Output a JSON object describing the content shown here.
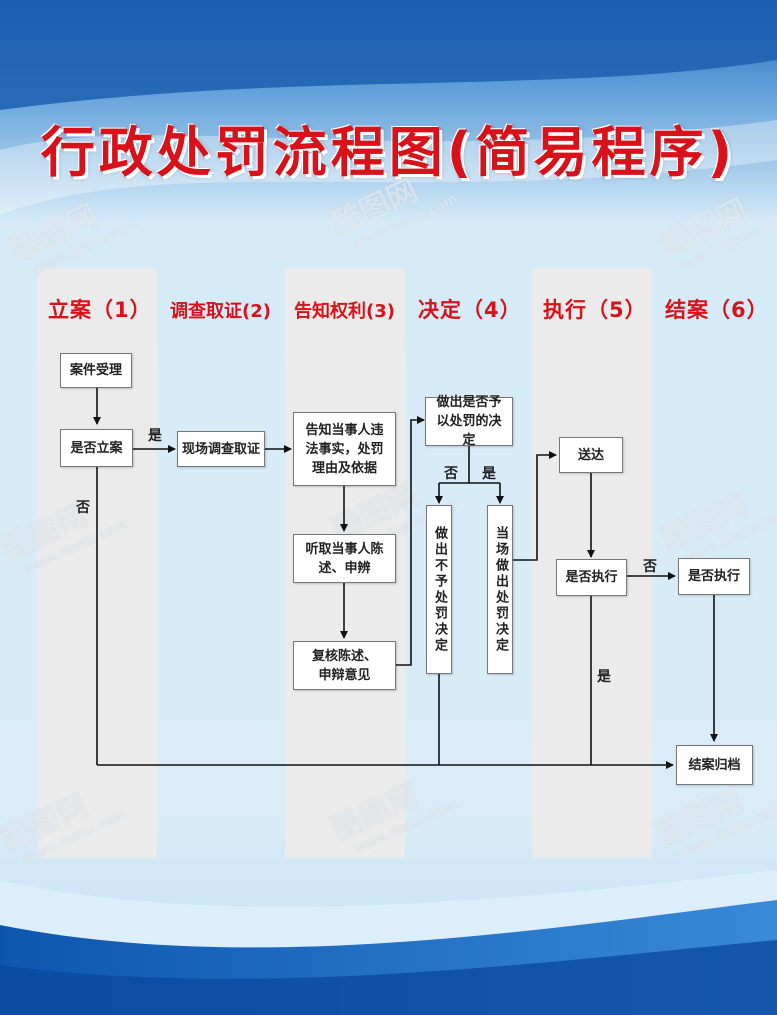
{
  "title": "行政处罚流程图(简易程序)",
  "columns": [
    {
      "label": "立案（1）"
    },
    {
      "label": "调查取证(2)"
    },
    {
      "label": "告知权利(3)"
    },
    {
      "label": "决定（4）"
    },
    {
      "label": "执行（5）"
    },
    {
      "label": "结案（6）"
    }
  ],
  "nodes": {
    "accept": "案件受理",
    "file_decision": "是否立案",
    "investigate": "现场调查取证",
    "notify": "告知当事人违法事实，处罚理由及依据",
    "hear": "听取当事人陈述、申辨",
    "review": "复核陈述、申辩意见",
    "decide": "做出是否予以处罚的决定",
    "no_penalty": "做出不予处罚决定",
    "on_site_penalty": "当场做出处罚决定",
    "deliver": "送达",
    "execute_check_5": "是否执行",
    "execute_check_6": "是否执行",
    "archive": "结案归档"
  },
  "edge_labels": {
    "yes_file": "是",
    "no_file": "否",
    "no_decide": "否",
    "yes_decide": "是",
    "no_execute": "否",
    "yes_execute": "是"
  },
  "watermark": {
    "brand": "酷图网",
    "url": "www.ikutu.com"
  },
  "colors": {
    "title_red": "#d8121b",
    "bg_blue": "#1f6fc0",
    "column_gray": "#ebebeb"
  }
}
